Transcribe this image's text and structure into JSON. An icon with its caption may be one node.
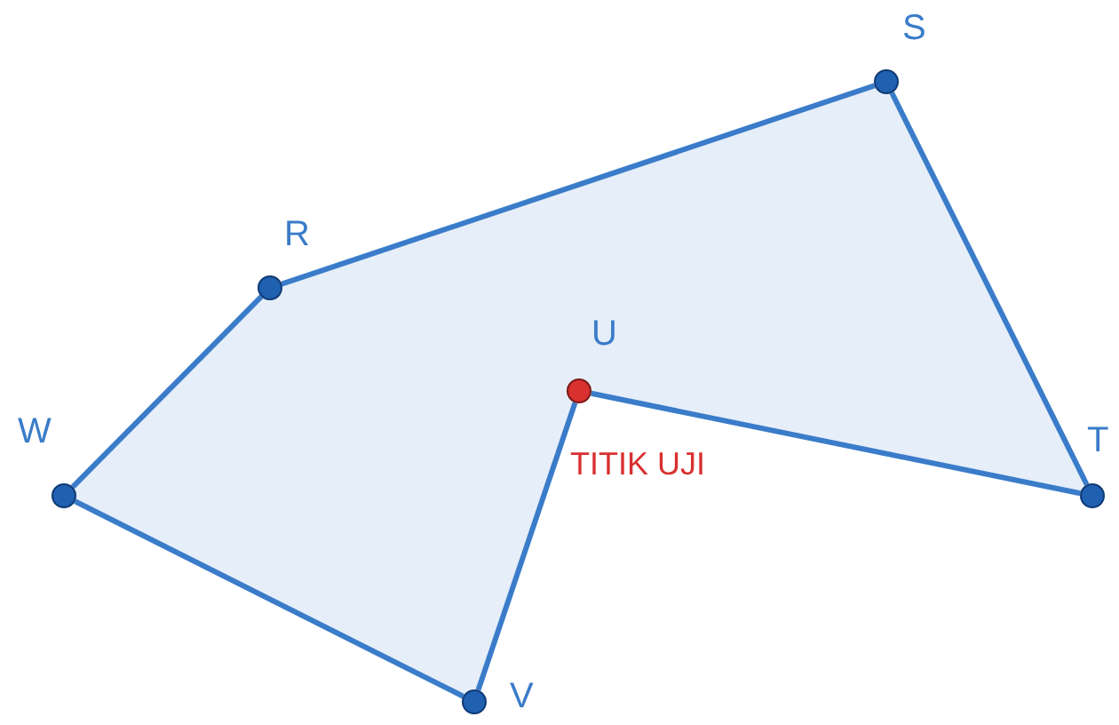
{
  "diagram": {
    "nodes": [
      {
        "text": [
          "S"
        ]
      },
      {
        "text": [
          "R"
        ]
      },
      {
        "text": [
          "U"
        ],
        "beside": [
          "TITIK UJI"
        ]
      },
      {
        "text": [
          "W"
        ]
      },
      {
        "text": [
          "T"
        ]
      },
      {
        "text": [
          "V"
        ]
      }
    ],
    "edges": [
      {
        "from": 1,
        "to": 0,
        "arrow": "none"
      },
      {
        "from": 0,
        "to": 4,
        "arrow": "none"
      },
      {
        "from": 4,
        "to": 2,
        "arrow": "none"
      },
      {
        "from": 2,
        "to": 5,
        "arrow": "none"
      },
      {
        "from": 5,
        "to": 3,
        "arrow": "none"
      },
      {
        "from": 3,
        "to": 1,
        "arrow": "none"
      }
    ]
  }
}
